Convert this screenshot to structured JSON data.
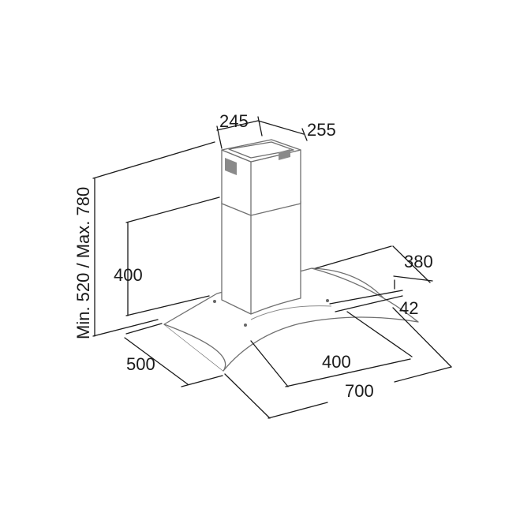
{
  "dimensions": {
    "chimney_width": "245",
    "chimney_depth": "255",
    "height_range": "Min. 520 / Max. 780",
    "body_height": "400",
    "canopy_depth": "380",
    "canopy_thickness": "42",
    "side_depth": "500",
    "inner_width": "400",
    "total_width": "700"
  }
}
